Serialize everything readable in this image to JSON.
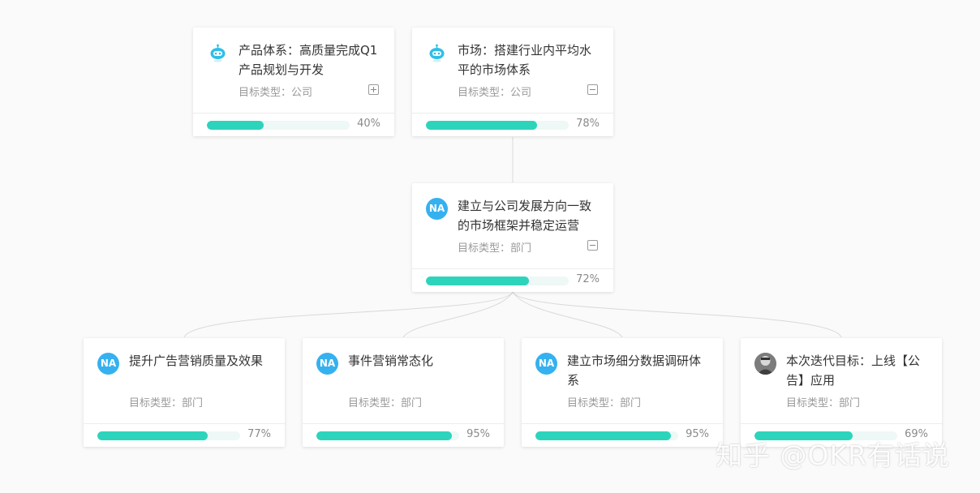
{
  "cards": [
    {
      "title": "产品体系：高质量完成Q1产品规划与开发",
      "type_label": "目标类型：公司",
      "percent": "40%",
      "progress": 0.4,
      "avatar": "robot-icon",
      "toggle": "expand"
    },
    {
      "title": "市场：搭建行业内平均水平的市场体系",
      "type_label": "目标类型：公司",
      "percent": "78%",
      "progress": 0.78,
      "avatar": "robot-icon",
      "toggle": "collapse"
    },
    {
      "title": "建立与公司发展方向一致的市场框架并稳定运营",
      "type_label": "目标类型：部门",
      "percent": "72%",
      "progress": 0.72,
      "avatar": "NA",
      "toggle": "collapse"
    },
    {
      "title": "提升广告营销质量及效果",
      "type_label": "目标类型：部门",
      "percent": "77%",
      "progress": 0.77,
      "avatar": "NA"
    },
    {
      "title": "事件营销常态化",
      "type_label": "目标类型：部门",
      "percent": "95%",
      "progress": 0.95,
      "avatar": "NA"
    },
    {
      "title": "建立市场细分数据调研体系",
      "type_label": "目标类型：部门",
      "percent": "95%",
      "progress": 0.95,
      "avatar": "NA"
    },
    {
      "title": "本次迭代目标：上线【公告】应用",
      "type_label": "目标类型：部门",
      "percent": "69%",
      "progress": 0.69,
      "avatar": "photo-avatar"
    }
  ],
  "watermark": "知乎 @OKR有话说",
  "colors": {
    "progress": "#2dd4bc",
    "avatar": "#35b1ef"
  }
}
